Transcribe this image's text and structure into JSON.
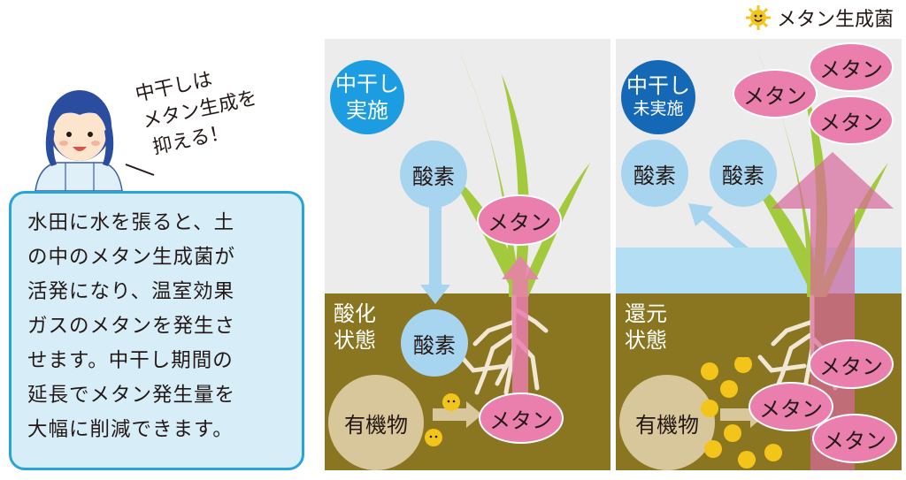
{
  "legend": {
    "label": "メタン生成菌"
  },
  "speech": {
    "lines": [
      "中干しは",
      "メタン生成を",
      "抑える！"
    ]
  },
  "explanation": {
    "lines": [
      "水田に水を張ると、土",
      "の中のメタン生成菌が",
      "活発になり、温室効果",
      "ガスのメタンを発生さ",
      "せます。中干し期間の",
      "延長でメタン発生量を",
      "大幅に削減できます。"
    ]
  },
  "left_panel": {
    "badge": [
      "中干し",
      "実施"
    ],
    "soil_state": [
      "酸化",
      "状態"
    ],
    "oxygen": "酸素",
    "oxygen_in_soil": "酸素",
    "organic": "有機物",
    "methane": [
      "メタン",
      "メタン"
    ]
  },
  "right_panel": {
    "badge": [
      "中干し",
      "未実施"
    ],
    "soil_state": [
      "還元",
      "状態"
    ],
    "oxygen": [
      "酸素",
      "酸素"
    ],
    "organic": "有機物",
    "methane_air": [
      "メタン",
      "メタン",
      "メタン"
    ],
    "methane_soil": [
      "メタン",
      "メタン",
      "メタン"
    ]
  },
  "colors": {
    "oxygen_blue": "#a7d4ef",
    "badge_blue_light": "#1d9de1",
    "badge_blue_dark": "#1468b6",
    "methane_pink": "#ea7fae",
    "soil": "#8a7520",
    "water": "#b3def3",
    "organic": "#d8c79b",
    "bacteria": "#f3c41a",
    "plant_green": "#a3c93c"
  },
  "icons": [
    "sun-bacteria-icon",
    "person-icon",
    "arrow-icon"
  ]
}
